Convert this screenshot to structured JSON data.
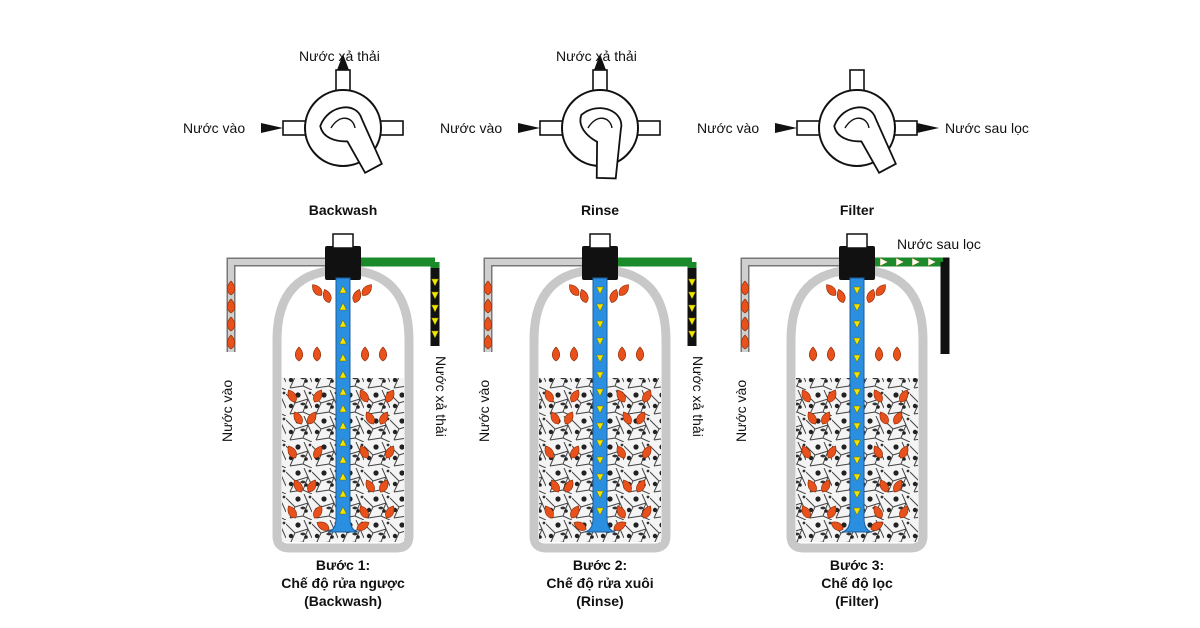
{
  "panels": [
    {
      "mode": "Backwash",
      "valve_top_label": "Nước xả thải",
      "valve_left_label": "Nước vào",
      "valve_right_label": "",
      "inlet_label": "Nước vào",
      "outlet_label": "Nước xả thải",
      "step_title": "Bước 1:",
      "step_line2": "Chế độ rửa ngược",
      "step_line3": "(Backwash)"
    },
    {
      "mode": "Rinse",
      "valve_top_label": "Nước xả thải",
      "valve_left_label": "Nước vào",
      "valve_right_label": "",
      "inlet_label": "Nước vào",
      "outlet_label": "Nước xả thải",
      "step_title": "Bước 2:",
      "step_line2": "Chế độ rửa xuôi",
      "step_line3": "(Rinse)"
    },
    {
      "mode": "Filter",
      "valve_top_label": "",
      "valve_left_label": "Nước vào",
      "valve_right_label": "Nước sau lọc",
      "inlet_label": "Nước vào",
      "outlet_label": "Nước sau lọc",
      "step_title": "Bước 3:",
      "step_line2": "Chế độ lọc",
      "step_line3": "(Filter)"
    }
  ],
  "colors": {
    "pipe_green": "#1a8a2a",
    "pipe_black": "#111111",
    "pipe_gray": "#cfcfcf",
    "riser_blue": "#2a8fe0",
    "flow_orange": "#e8501c",
    "flow_yellow": "#f2e600",
    "tank_wall": "#c8c8c8"
  }
}
